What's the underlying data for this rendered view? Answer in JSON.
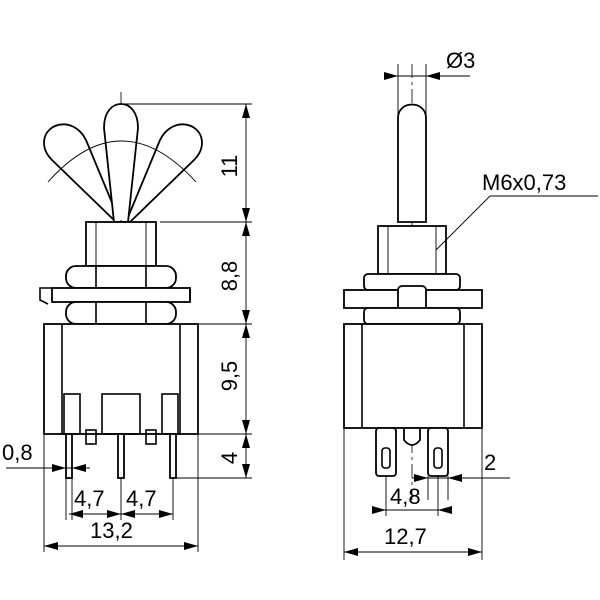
{
  "dimensions": {
    "lever_height": "11",
    "bushing_height": "8,8",
    "body_height": "9,5",
    "pin_length": "4",
    "pin_thickness": "0,8",
    "pitch_left": "4,7",
    "pitch_right": "4,7",
    "body_width": "13,2",
    "lever_diameter": "Ø3",
    "thread": "M6x0,73",
    "terminal_width": "2",
    "terminal_spacing": "4,8",
    "body_depth": "12,7"
  }
}
